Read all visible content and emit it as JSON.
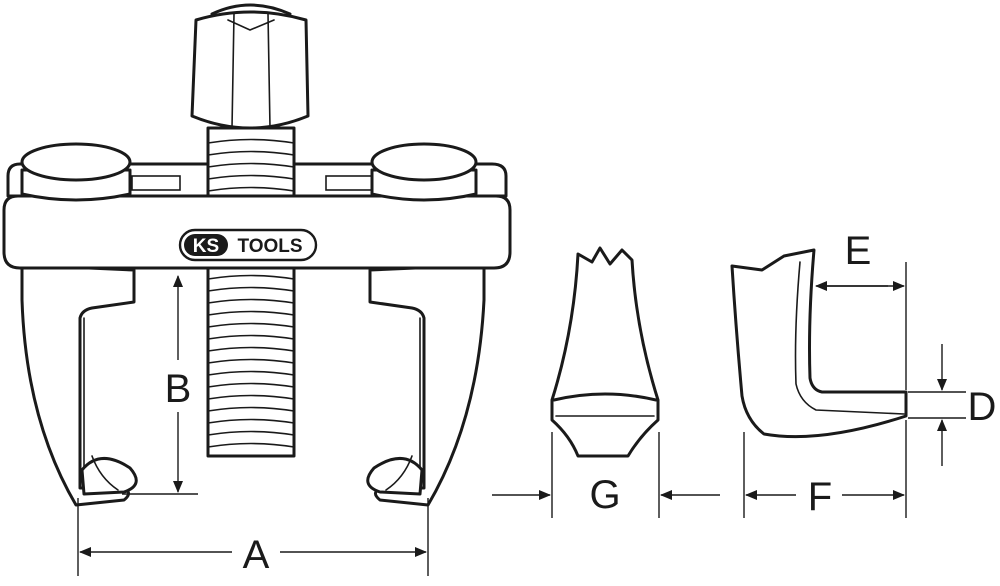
{
  "brand": {
    "prefix": "KS",
    "suffix": "TOOLS"
  },
  "dimensions": {
    "A": "A",
    "B": "B",
    "D": "D",
    "E": "E",
    "F": "F",
    "G": "G"
  },
  "colors": {
    "line": "#1a1a1a",
    "background": "#ffffff"
  }
}
